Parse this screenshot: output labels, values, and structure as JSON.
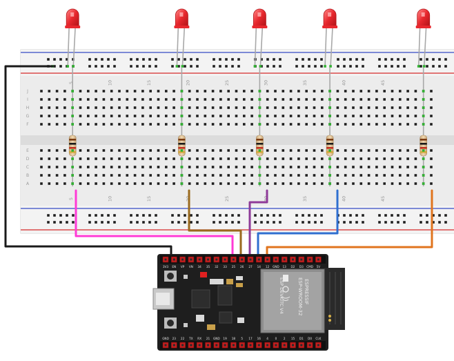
{
  "breadboard": {
    "column_numbers": [
      "5",
      "10",
      "15",
      "20",
      "25",
      "30",
      "35",
      "40",
      "45"
    ],
    "row_letters_top": [
      "J",
      "I",
      "H",
      "G",
      "F"
    ],
    "row_letters_bottom": [
      "E",
      "D",
      "C",
      "B",
      "A"
    ]
  },
  "board": {
    "top_pins": [
      "3V3",
      "EN",
      "VP",
      "VN",
      "34",
      "35",
      "32",
      "33",
      "25",
      "26",
      "27",
      "14",
      "12",
      "GND",
      "13",
      "D2",
      "D3",
      "CMD",
      "5V"
    ],
    "bottom_pins": [
      "GND",
      "23",
      "22",
      "TX",
      "RX",
      "21",
      "GND",
      "19",
      "18",
      "5",
      "17",
      "16",
      "4",
      "0",
      "2",
      "15",
      "D1",
      "D0",
      "CLK"
    ],
    "module_text": [
      "ESPRESSIF",
      "ESP-WROOM-32"
    ],
    "silk_text": [
      "ESP DEVKITC V4"
    ]
  },
  "colors": {
    "led_red": "#e8282e",
    "wire_black": "#1a1a1a",
    "wire_pink": "#ff3ad6",
    "wire_brown": "#9a6a1e",
    "wire_purple": "#8e3a98",
    "wire_blue": "#2f6fd0",
    "wire_orange": "#e0741e",
    "rail_blue": "#5566cc",
    "rail_red": "#d94a4a"
  },
  "leds": [
    {
      "id": "led-1"
    },
    {
      "id": "led-2"
    },
    {
      "id": "led-3"
    },
    {
      "id": "led-4"
    },
    {
      "id": "led-5"
    }
  ]
}
